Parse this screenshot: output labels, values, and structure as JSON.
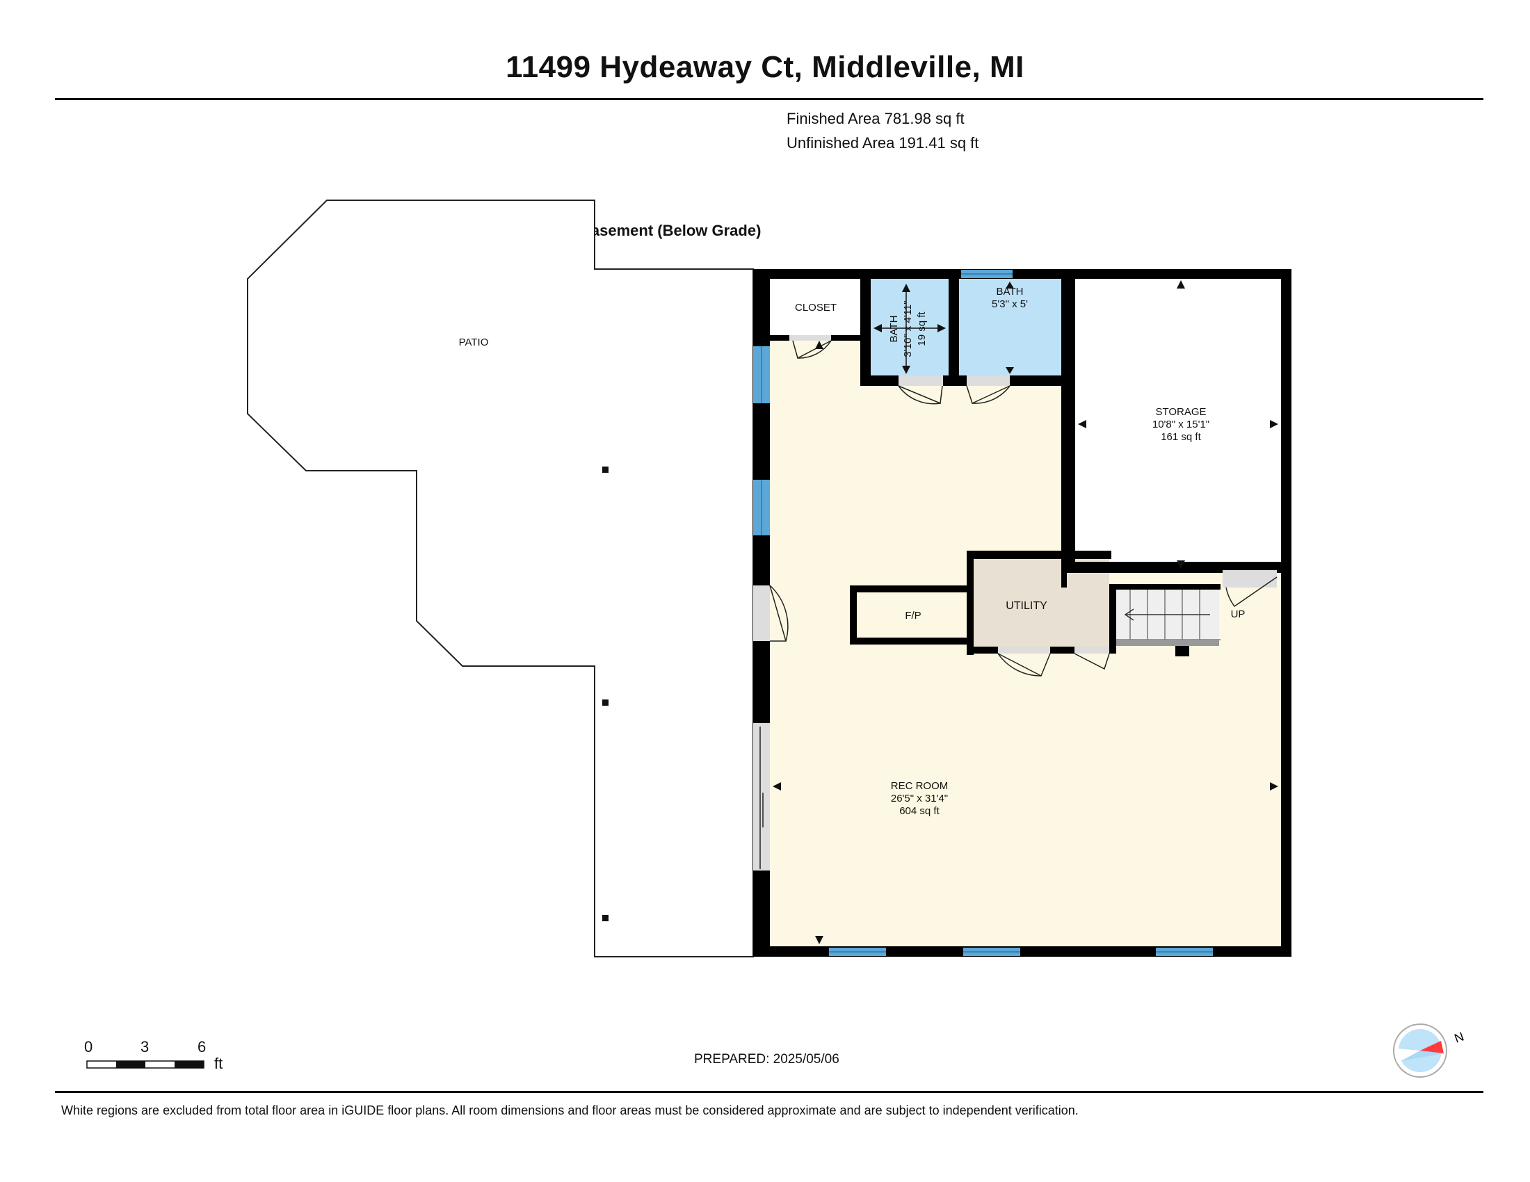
{
  "title": "11499 Hydeaway Ct, Middleville, MI",
  "floor": {
    "label": "Basement (Below Grade)",
    "finished": "Finished Area 781.98 sq ft",
    "unfinished": "Unfinished Area 191.41 sq ft"
  },
  "rooms": {
    "patio": "PATIO",
    "closet": "CLOSET",
    "bath1": {
      "name": "BATH",
      "dims": "3'10\" x 4'11\"",
      "area": "19 sq ft"
    },
    "bath2": {
      "name": "BATH",
      "dims": "5'3\" x 5'"
    },
    "storage": {
      "name": "STORAGE",
      "dims": "10'8\" x 15'1\"",
      "area": "161 sq ft"
    },
    "utility": "UTILITY",
    "fireplace": "F/P",
    "stairs": "UP",
    "rec": {
      "name": "REC ROOM",
      "dims": "26'5\" x 31'4\"",
      "area": "604 sq ft"
    }
  },
  "scale": {
    "labels": [
      "0",
      "3",
      "6"
    ],
    "unit": "ft"
  },
  "compass": "N",
  "prepared": "PREPARED: 2025/05/06",
  "disclaimer": "White regions are excluded from total floor area in iGUIDE floor plans. All room dimensions and floor areas must be considered approximate and are subject to independent verification.",
  "colors": {
    "finished_fill": "#fdf8e3",
    "bath_fill": "#bde2f7",
    "utility_fill": "#e8e0d2",
    "window": "#5aa7d8",
    "wall": "#000000"
  }
}
